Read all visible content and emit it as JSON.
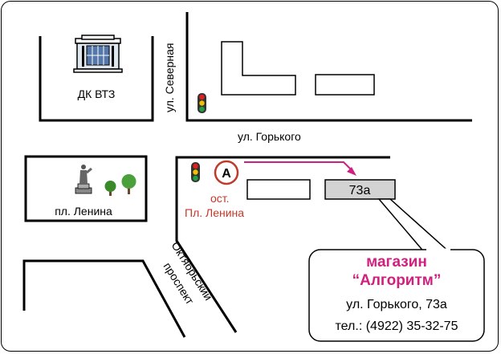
{
  "labels": {
    "dk_vtz": "ДК ВТЗ",
    "street_severnaya": "ул. Северная",
    "street_gorkogo": "ул. Горького",
    "pl_lenina": "пл. Ленина",
    "stop_letter": "А",
    "stop_line1": "ост.",
    "stop_line2": "Пл. Ленина",
    "house_number": "73а",
    "oktyabrsky_line1": "Октябрьский",
    "oktyabrsky_line2": "проспект"
  },
  "callout": {
    "line1": "магазин",
    "line2": "“Алгоритм”",
    "address": "ул. Горького, 73а",
    "phone": "тел.: (4922) 35-32-75"
  },
  "colors": {
    "route_arrow": "#d0207f",
    "stop_red": "#c0392b",
    "target_fill": "#d3d3d3",
    "tree_green": "#3a8a2a"
  },
  "icons": [
    "building-icon",
    "traffic-light-icon",
    "statue-icon",
    "tree-icon",
    "bus-stop-icon"
  ]
}
